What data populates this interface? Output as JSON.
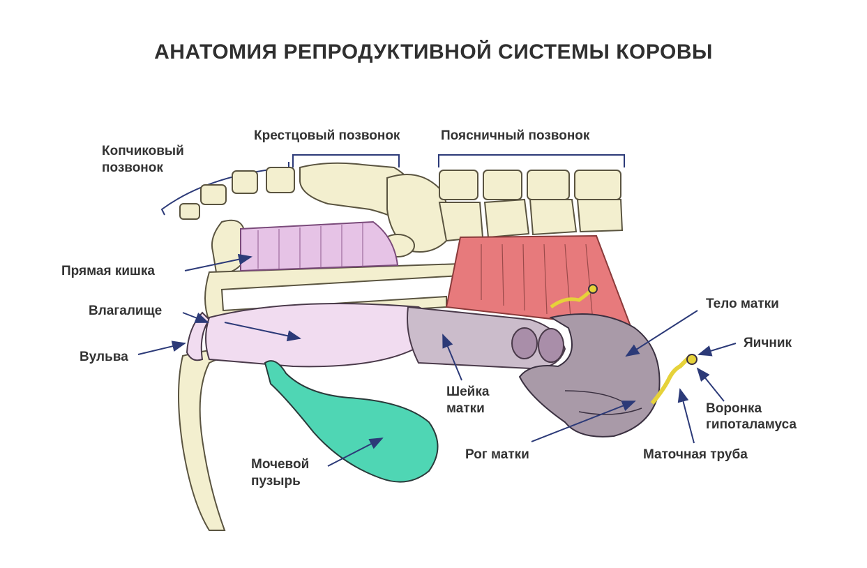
{
  "title": "АНАТОМИЯ РЕПРОДУКТИВНОЙ СИСТЕМЫ КОРОВЫ",
  "labels": {
    "coccygeal_line1": "Копчиковый",
    "coccygeal_line2": "позвонок",
    "sacral": "Крестцовый позвонок",
    "lumbar": "Поясничный позвонок",
    "rectum": "Прямая кишка",
    "vagina": "Влагалище",
    "vulva": "Вульва",
    "cervix_line1": "Шейка",
    "cervix_line2": "матки",
    "uterine_horn": "Рог матки",
    "bladder_line1": "Мочевой",
    "bladder_line2": "пузырь",
    "uterus_body": "Тело матки",
    "ovary": "Яичник",
    "infundibulum_line1": "Воронка",
    "infundibulum_line2": "гипоталамуса",
    "oviduct": "Маточная труба"
  },
  "colors": {
    "pointer": "#2c3a78",
    "bone": "#f3efcf",
    "rectum": "#e6c3e6",
    "vagina": "#f1dcf0",
    "muscle": "#e77a7c",
    "uterus": "#a99aa8",
    "bladder": "#4fd6b4",
    "tube": "#e6d23a"
  }
}
